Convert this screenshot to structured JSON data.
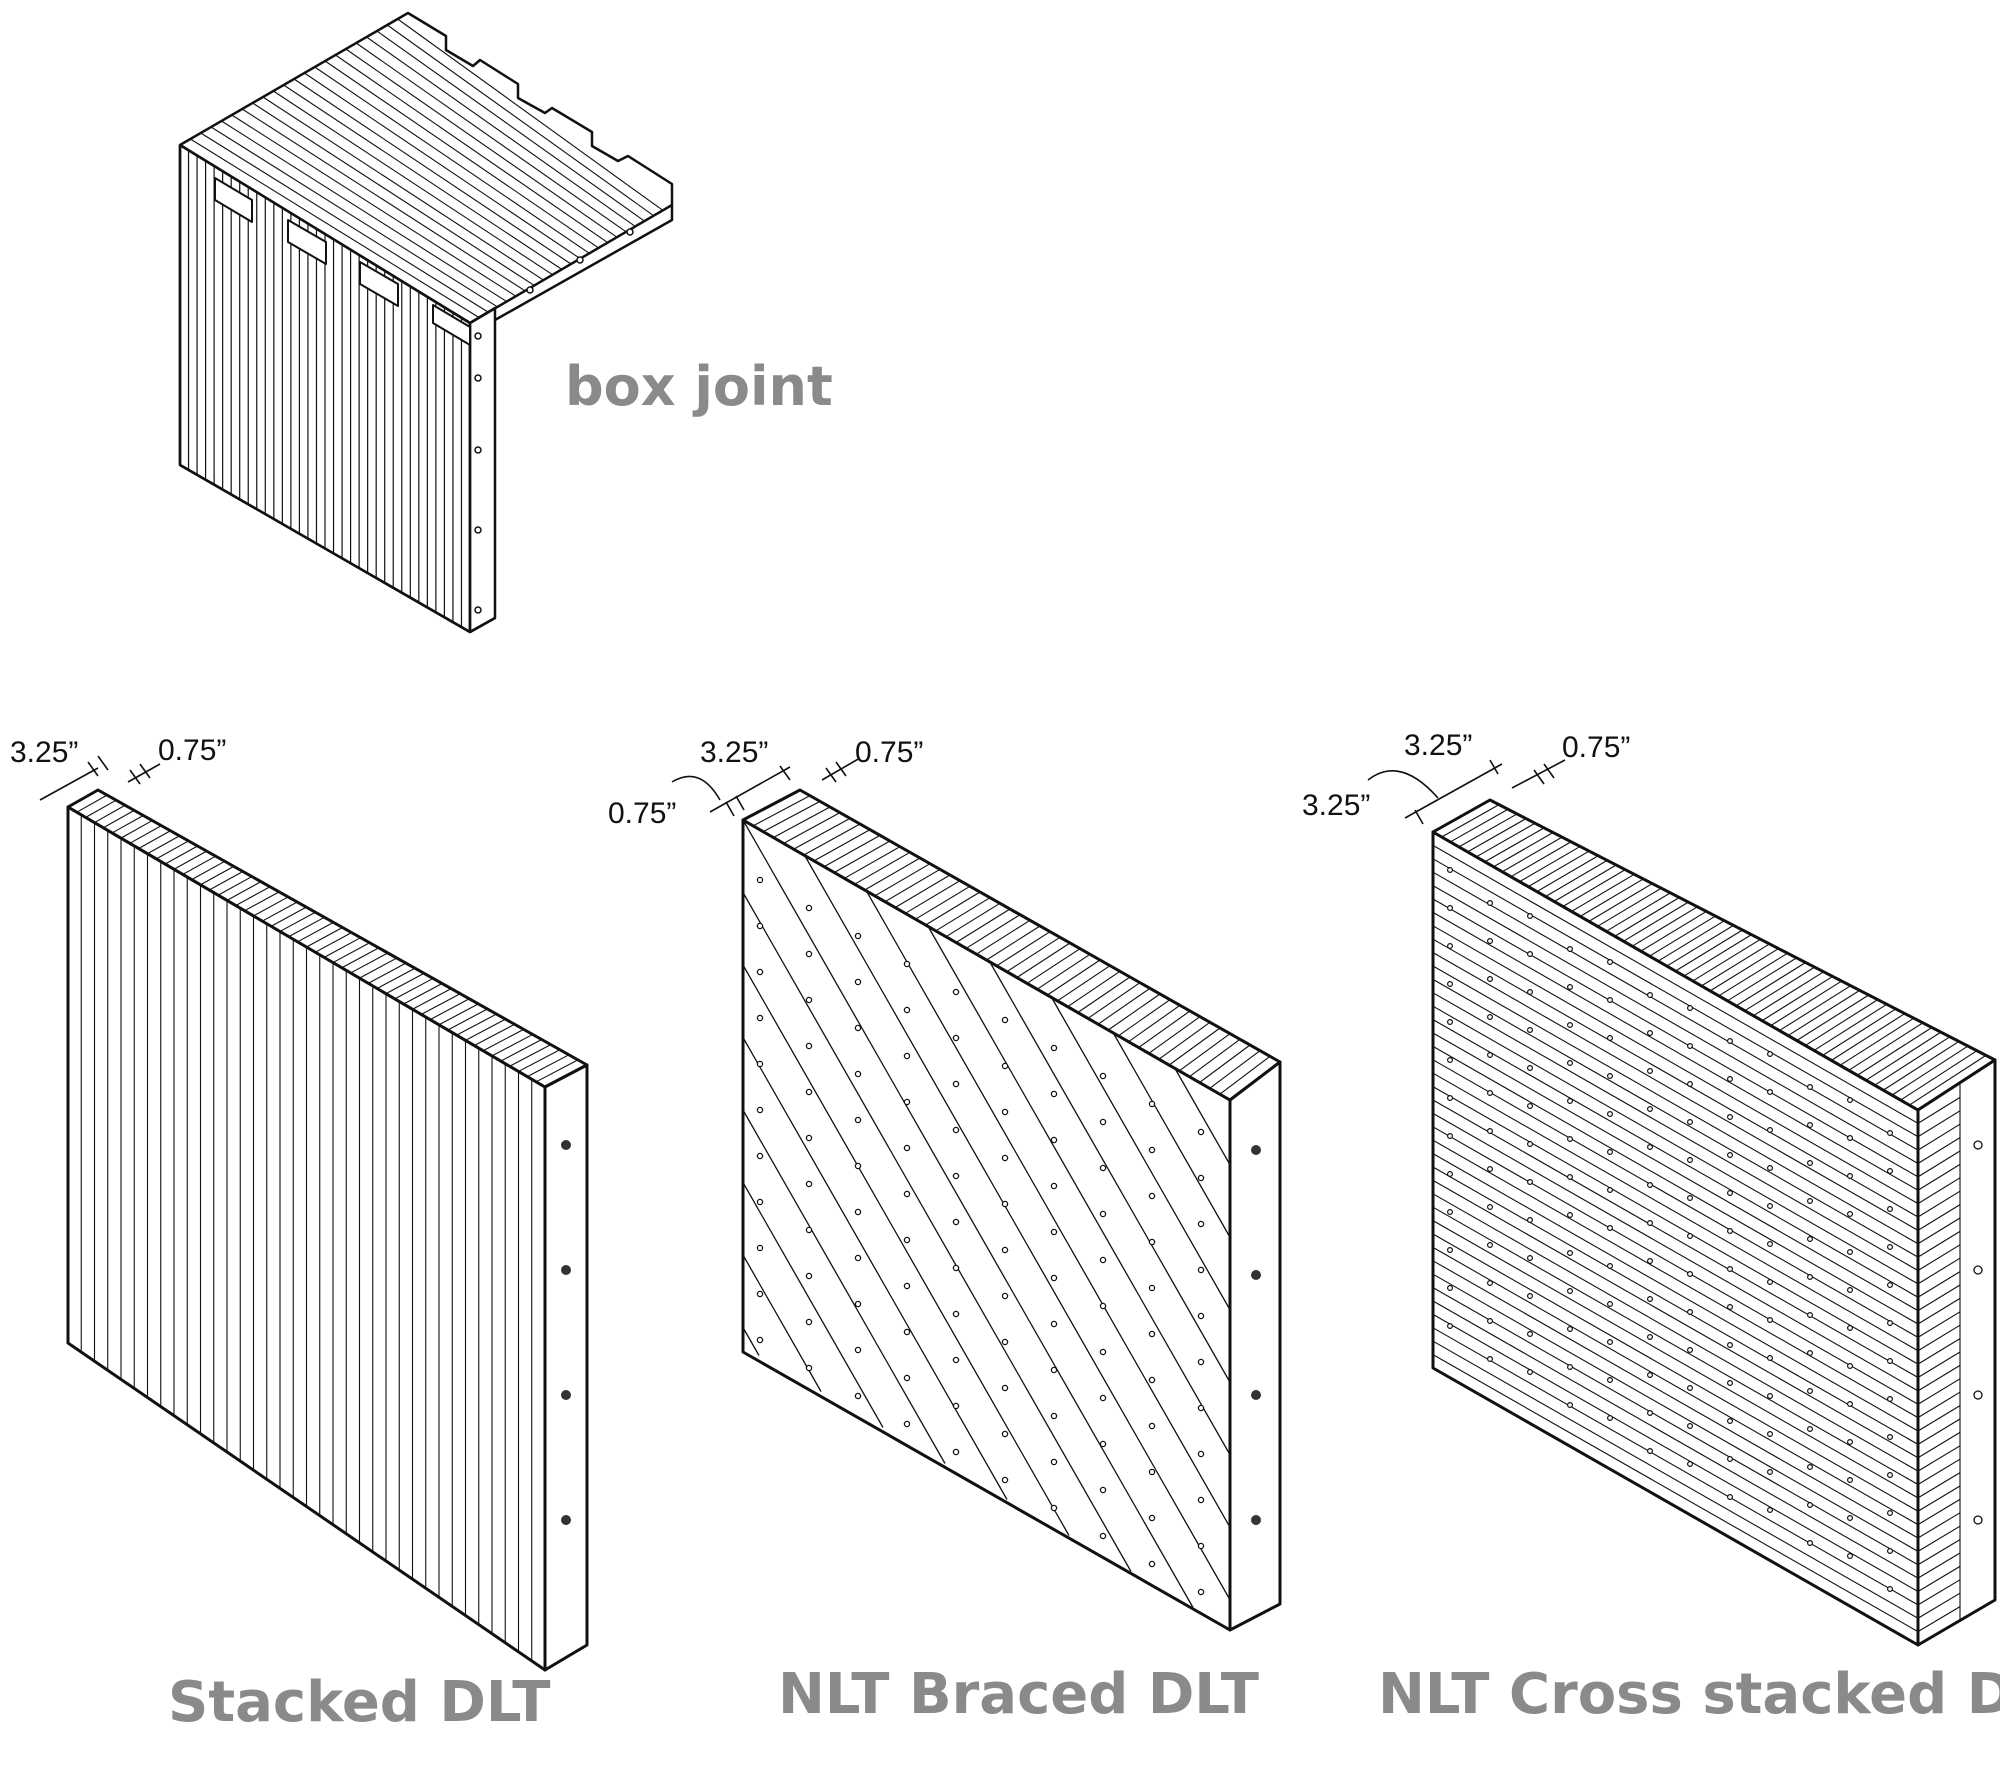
{
  "captions": {
    "box_joint": "box joint",
    "stacked": "Stacked DLT",
    "braced": "NLT Braced DLT",
    "cross": "NLT Cross stacked DLT"
  },
  "dimensions": {
    "stacked": {
      "board": "3.25”",
      "gap": "0.75”"
    },
    "braced": {
      "board": "3.25”",
      "gap": "0.75”",
      "layer": "0.75”"
    },
    "cross": {
      "board": "3.25”",
      "gap": "0.75”",
      "layer": "3.25”"
    }
  },
  "colors": {
    "line": "#111111",
    "caption": "#8a8a8a"
  }
}
